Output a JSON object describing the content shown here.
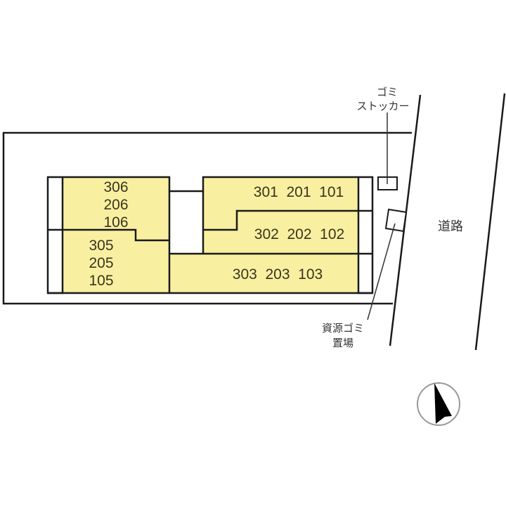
{
  "diagram": {
    "type": "site-plan",
    "colors": {
      "unit_fill": "#f8f0a0",
      "line": "#1a1a1a",
      "background": "#ffffff",
      "text": "#3a3320"
    },
    "units": {
      "left_upper": [
        "306",
        "206",
        "106"
      ],
      "left_lower": [
        "305",
        "205",
        "105"
      ],
      "right_row1": "301  201  101",
      "right_row2": "302  202  102",
      "right_row3": "303  203  103"
    },
    "labels": {
      "garbage_stocker_line1": "ゴミ",
      "garbage_stocker_line2": "ストッカー",
      "road": "道路",
      "recycling_line1": "資源ゴミ",
      "recycling_line2": "置場"
    },
    "compass": {
      "name": "north-arrow"
    }
  }
}
